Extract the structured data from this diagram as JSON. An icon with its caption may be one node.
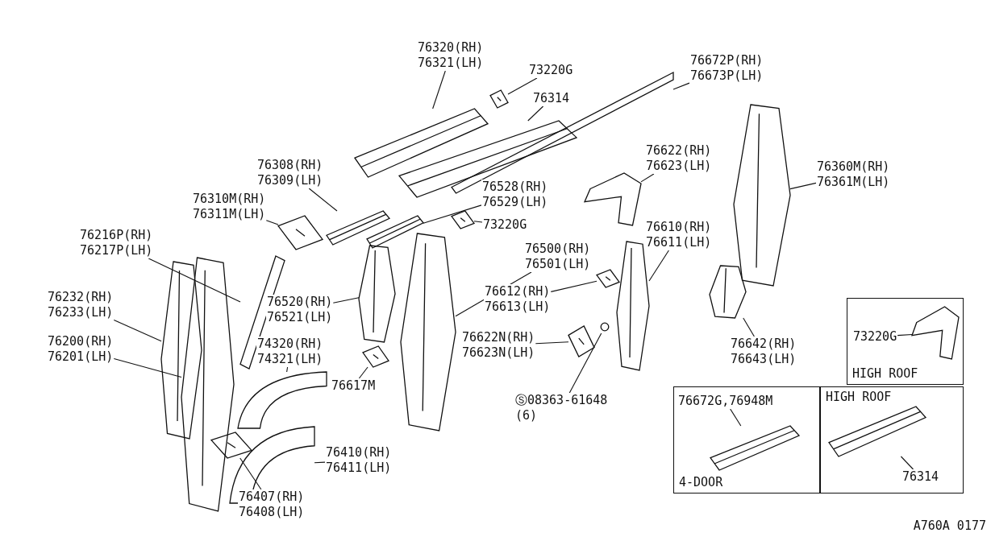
{
  "diagram": {
    "nodes": [
      {
        "text": [
          "76320(RH) 76321(LH)"
        ]
      },
      {
        "text": [],
        "shape": "picture"
      },
      {
        "text": [
          "73220G"
        ]
      },
      {
        "text": [],
        "shape": "picture"
      },
      {
        "text": [
          "76314"
        ]
      },
      {
        "text": [],
        "shape": "picture"
      },
      {
        "text": [
          "76672P(RH) 76673P(LH)"
        ]
      },
      {
        "text": [],
        "shape": "picture"
      },
      {
        "text": [
          "76308(RH) 76309(LH)"
        ]
      },
      {
        "text": [],
        "shape": "picture"
      },
      {
        "text": [
          "76310M(RH) 76311M(LH)"
        ]
      },
      {
        "text": [],
        "shape": "picture"
      },
      {
        "text": [
          "76216P(RH) 76217P(LH)"
        ]
      },
      {
        "text": [],
        "shape": "picture"
      },
      {
        "text": [
          "76528(RH) 76529(LH)"
        ]
      },
      {
        "text": [],
        "shape": "picture"
      },
      {
        "text": [
          "73220G"
        ]
      },
      {
        "text": [],
        "shape": "picture"
      },
      {
        "text": [
          "76622(RH) 76623(LH)"
        ]
      },
      {
        "text": [],
        "shape": "picture"
      },
      {
        "text": [
          "76500(RH) 76501(LH)"
        ]
      },
      {
        "text": [],
        "shape": "picture"
      },
      {
        "text": [
          "76610(RH) 76611(LH)"
        ]
      },
      {
        "text": [],
        "shape": "picture"
      },
      {
        "text": [
          "76360M(RH) 76361M(LH)"
        ]
      },
      {
        "text": [],
        "shape": "picture"
      },
      {
        "text": [
          "76232(RH) 76233(LH)"
        ]
      },
      {
        "text": [],
        "shape": "picture"
      },
      {
        "text": [
          "76200(RH) 76201(LH)"
        ]
      },
      {
        "text": [],
        "shape": "picture"
      },
      {
        "text": [
          "76520(RH) 76521(LH)"
        ]
      },
      {
        "text": [],
        "shape": "picture"
      },
      {
        "text": [
          "76612(RH) 76613(LH)"
        ]
      },
      {
        "text": [],
        "shape": "picture"
      },
      {
        "text": [
          "74320(RH) 74321(LH)"
        ]
      },
      {
        "text": [],
        "shape": "picture"
      },
      {
        "text": [
          "76617M"
        ]
      },
      {
        "text": [],
        "shape": "picture"
      },
      {
        "text": [
          "76622N(RH) 76623N(LH)"
        ]
      },
      {
        "text": [],
        "shape": "picture"
      },
      {
        "text": [
          "Ⓢ08363-61648 (6)"
        ]
      },
      {
        "text": [],
        "shape": "picture"
      },
      {
        "text": [
          "76642(RH) 76643(LH)"
        ]
      },
      {
        "text": [],
        "shape": "picture"
      },
      {
        "text": [
          "76410(RH) 76411(LH)"
        ]
      },
      {
        "text": [],
        "shape": "picture"
      },
      {
        "text": [
          "76407(RH) 76408(LH)"
        ]
      },
      {
        "text": [],
        "shape": "picture"
      },
      {
        "text": [
          "HIGH ROOF"
        ]
      },
      {
        "text": [
          "73220G"
        ],
        "in": 48
      },
      {
        "text": [],
        "shape": "picture",
        "in": 48
      },
      {
        "text": [
          "4-DOOR"
        ]
      },
      {
        "text": [
          "76672G,76948M"
        ],
        "in": 51
      },
      {
        "text": [],
        "shape": "picture",
        "in": 51
      },
      {
        "text": [
          "HIGH ROOF"
        ]
      },
      {
        "text": [],
        "shape": "picture",
        "in": 54
      },
      {
        "text": [
          "76314"
        ],
        "in": 54
      }
    ],
    "edges": [
      {
        "from": 0,
        "to": 1,
        "arrow": "none"
      },
      {
        "from": 2,
        "to": 3,
        "arrow": "none"
      },
      {
        "from": 4,
        "to": 5,
        "arrow": "none"
      },
      {
        "from": 6,
        "to": 7,
        "arrow": "none"
      },
      {
        "from": 8,
        "to": 9,
        "arrow": "none"
      },
      {
        "from": 10,
        "to": 11,
        "arrow": "none"
      },
      {
        "from": 12,
        "to": 13,
        "arrow": "none"
      },
      {
        "from": 14,
        "to": 15,
        "arrow": "none"
      },
      {
        "from": 16,
        "to": 17,
        "arrow": "none"
      },
      {
        "from": 18,
        "to": 19,
        "arrow": "none"
      },
      {
        "from": 20,
        "to": 21,
        "arrow": "none"
      },
      {
        "from": 22,
        "to": 23,
        "arrow": "none"
      },
      {
        "from": 24,
        "to": 25,
        "arrow": "none"
      },
      {
        "from": 26,
        "to": 27,
        "arrow": "none"
      },
      {
        "from": 28,
        "to": 29,
        "arrow": "none"
      },
      {
        "from": 30,
        "to": 31,
        "arrow": "none"
      },
      {
        "from": 32,
        "to": 33,
        "arrow": "none"
      },
      {
        "from": 34,
        "to": 35,
        "arrow": "none"
      },
      {
        "from": 36,
        "to": 37,
        "arrow": "none"
      },
      {
        "from": 38,
        "to": 39,
        "arrow": "none"
      },
      {
        "from": 40,
        "to": 41,
        "arrow": "none"
      },
      {
        "from": 42,
        "to": 43,
        "arrow": "none"
      },
      {
        "from": 44,
        "to": 45,
        "arrow": "none"
      },
      {
        "from": 46,
        "to": 47,
        "arrow": "none"
      },
      {
        "from": 49,
        "to": 50,
        "arrow": "none"
      },
      {
        "from": 52,
        "to": 53,
        "arrow": "none"
      },
      {
        "from": 56,
        "to": 55,
        "arrow": "none"
      }
    ],
    "labels": [
      "A760A 0177"
    ]
  }
}
